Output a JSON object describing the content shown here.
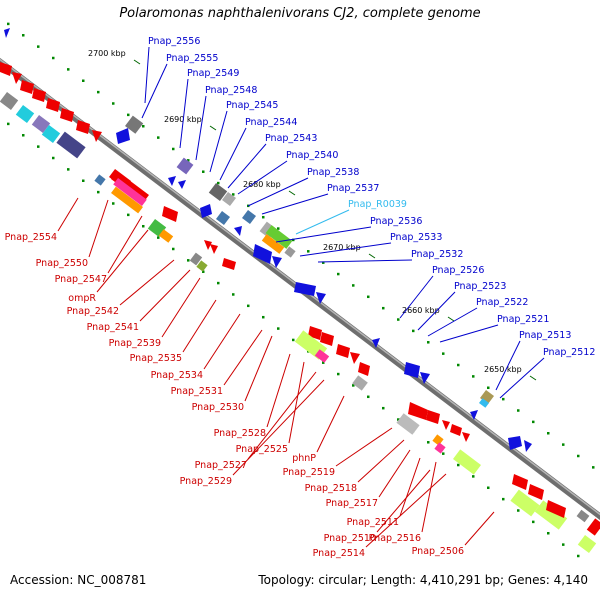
{
  "title": "Polaromonas naphthalenivorans CJ2, complete genome",
  "footer": {
    "accession": "Accession: NC_008781",
    "summary": "Topology: circular; Length: 4,410,291 bp; Genes: 4,140"
  },
  "colors": {
    "backbone": "#888888",
    "forward_label": "#0000cc",
    "reverse_label": "#cc0000",
    "rna_label": "#33bbee",
    "tick": "#007700"
  },
  "ticks": [
    "2700 kbp",
    "2690 kbp",
    "2680 kbp",
    "2670 kbp",
    "2660 kbp",
    "2650 kbp"
  ],
  "upper_labels": [
    {
      "text": "Pnap_2556",
      "type": "cds"
    },
    {
      "text": "Pnap_2555",
      "type": "cds"
    },
    {
      "text": "Pnap_2549",
      "type": "cds"
    },
    {
      "text": "Pnap_2548",
      "type": "cds"
    },
    {
      "text": "Pnap_2545",
      "type": "cds"
    },
    {
      "text": "Pnap_2544",
      "type": "cds"
    },
    {
      "text": "Pnap_2543",
      "type": "cds"
    },
    {
      "text": "Pnap_2540",
      "type": "cds"
    },
    {
      "text": "Pnap_2538",
      "type": "cds"
    },
    {
      "text": "Pnap_2537",
      "type": "cds"
    },
    {
      "text": "Pnap_R0039",
      "type": "rna"
    },
    {
      "text": "Pnap_2536",
      "type": "cds"
    },
    {
      "text": "Pnap_2533",
      "type": "cds"
    },
    {
      "text": "Pnap_2532",
      "type": "cds"
    },
    {
      "text": "Pnap_2526",
      "type": "cds"
    },
    {
      "text": "Pnap_2523",
      "type": "cds"
    },
    {
      "text": "Pnap_2522",
      "type": "cds"
    },
    {
      "text": "Pnap_2521",
      "type": "cds"
    },
    {
      "text": "Pnap_2513",
      "type": "cds"
    },
    {
      "text": "Pnap_2512",
      "type": "cds"
    }
  ],
  "lower_labels": [
    {
      "text": "Pnap_2554"
    },
    {
      "text": "Pnap_2550"
    },
    {
      "text": "Pnap_2547"
    },
    {
      "text": "ompR"
    },
    {
      "text": "Pnap_2542"
    },
    {
      "text": "Pnap_2541"
    },
    {
      "text": "Pnap_2539"
    },
    {
      "text": "Pnap_2535"
    },
    {
      "text": "Pnap_2534"
    },
    {
      "text": "Pnap_2531"
    },
    {
      "text": "Pnap_2530"
    },
    {
      "text": "Pnap_2528"
    },
    {
      "text": "Pnap_2525"
    },
    {
      "text": "Pnap_2527"
    },
    {
      "text": "Pnap_2529"
    },
    {
      "text": "phnP"
    },
    {
      "text": "Pnap_2519"
    },
    {
      "text": "Pnap_2518"
    },
    {
      "text": "Pnap_2517"
    },
    {
      "text": "Pnap_2511"
    },
    {
      "text": "Pnap_2516"
    },
    {
      "text": "Pnap_2510"
    },
    {
      "text": "Pnap_2514"
    },
    {
      "text": "Pnap_2506"
    }
  ]
}
